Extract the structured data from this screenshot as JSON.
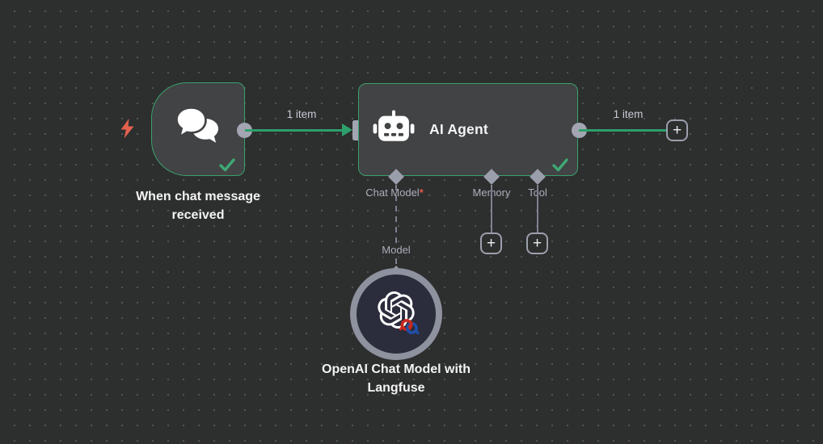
{
  "canvas": {
    "type": "workflow-editor-canvas",
    "background_color": "#2d2e2e",
    "dot_grid_color": "#515355"
  },
  "nodes": {
    "trigger": {
      "label": "When chat message received",
      "icon": "chat-bubbles",
      "status": "success",
      "accent_icon": "lightning-bolt"
    },
    "agent": {
      "title": "AI Agent",
      "icon": "robot",
      "status": "success",
      "ports": [
        {
          "label": "Chat Model",
          "required_marker": "*"
        },
        {
          "label": "Memory"
        },
        {
          "label": "Tool"
        }
      ]
    },
    "model": {
      "label": "OpenAI Chat Model with Langfuse",
      "icon": "openai-logo",
      "badge_icon": "knot"
    }
  },
  "connections": {
    "trigger_to_agent_label": "1 item",
    "agent_output_label": "1 item",
    "model_to_agent_label": "Model"
  },
  "controls": {
    "add_button_label": "+"
  },
  "colors": {
    "success_green": "#3aa16d",
    "connection_green": "#2da06c",
    "connector_gray": "#9b9eab",
    "port_label_gray": "#abaeba",
    "item_label_gray": "#c9cbd4",
    "node_bg": "#414344",
    "node_title_white": "#f4f4f5",
    "trigger_bolt_red": "#e2614e",
    "required_red": "#e25a4a",
    "model_node_bg": "#2b2c3c",
    "model_node_border": "#8e919e"
  }
}
